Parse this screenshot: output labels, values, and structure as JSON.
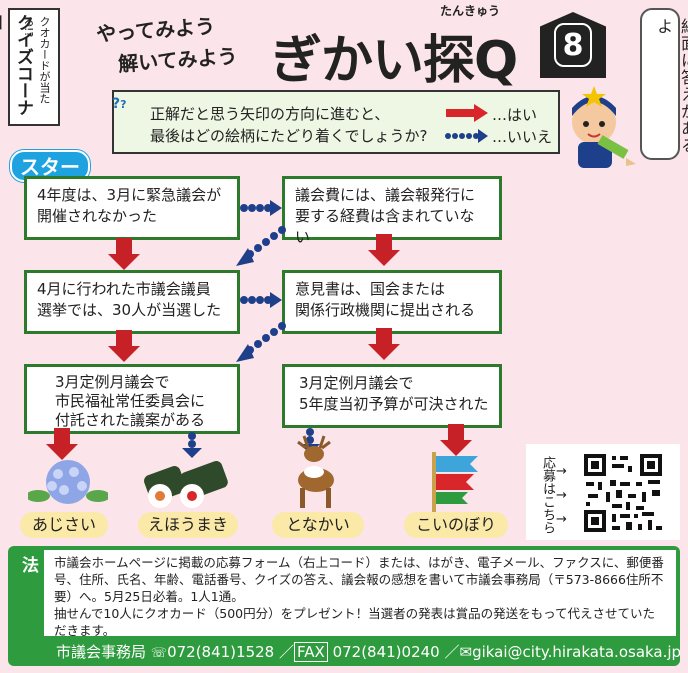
{
  "header": {
    "corner_small": "クオカードが当たる!?",
    "corner_title": "クイズコーナー",
    "line1": "やってみよう",
    "line2": "解いてみよう",
    "title": "ぎかい探Q",
    "ruby": "たんきゅう",
    "number": "8",
    "answer_note": "紙面に答えがあるよ"
  },
  "instruction": {
    "line1": "正解だと思う矢印の方向に進むと、",
    "line2": "最後はどの絵柄にたどり着くでしょうか?",
    "yes_label": "…はい",
    "no_label": "…いいえ",
    "yes_color": "#d9262a",
    "no_color": "#1e3f8a"
  },
  "flow": {
    "start": "スタート",
    "boxes": [
      "4年度は、3月に緊急議会が\n開催されなかった",
      "議会費には、議会報発行に\n要する経費は含まれていない",
      "4月に行われた市議会議員\n選挙では、30人が当選した",
      "意見書は、国会または\n関係行政機関に提出される",
      "3月定例月議会で\n市民福祉常任委員会に\n付託された議案がある",
      "3月定例月議会で\n5年度当初予算が可決された"
    ],
    "answers": [
      "あじさい",
      "えほうまき",
      "となかい",
      "こいのぼり"
    ]
  },
  "qr": {
    "label": "応募はこちら"
  },
  "footer": {
    "side_label": "応募方法",
    "body": "市議会ホームページに掲載の応募フォーム（右上コード）または、はがき、電子メール、ファクスに、郵便番号、住所、氏名、年齢、電話番号、クイズの答え、議会報の感想を書いて市議会事務局（〒573-8666住所不要）へ。5月25日必着。1人1通。\n抽せんで10人にクオカード（500円分）をプレゼント！当選者の発表は賞品の発送をもって代えさせていただきます。",
    "office": "市議会事務局",
    "tel": "072(841)1528",
    "fax_label": "FAX",
    "fax": "072(841)0240",
    "email": "gikai@city.hirakata.osaka.jp"
  }
}
